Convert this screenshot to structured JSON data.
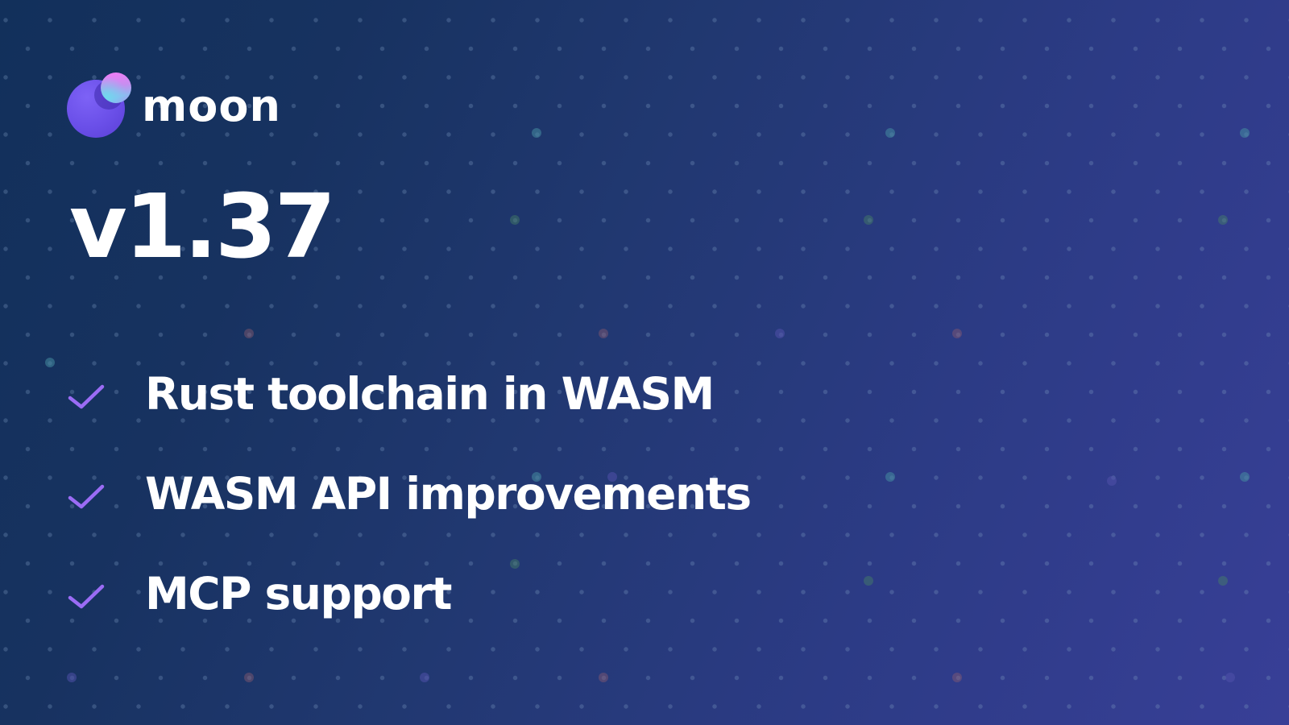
{
  "brand": {
    "name": "moon",
    "logo_icon": "moon-planet-logo-icon"
  },
  "release": {
    "version": "v1.37"
  },
  "features": [
    {
      "icon": "check-icon",
      "label": "Rust toolchain in WASM"
    },
    {
      "icon": "check-icon",
      "label": "WASM API improvements"
    },
    {
      "icon": "check-icon",
      "label": "MCP support"
    }
  ],
  "colors": {
    "background_start": "#12305b",
    "background_end": "#383f97",
    "check_accent": "#9b6cf5",
    "text": "#ffffff",
    "logo_planet": "#6a4fe8",
    "logo_moonlet_pink": "#f57af7",
    "logo_moonlet_cyan": "#70d8ee"
  }
}
